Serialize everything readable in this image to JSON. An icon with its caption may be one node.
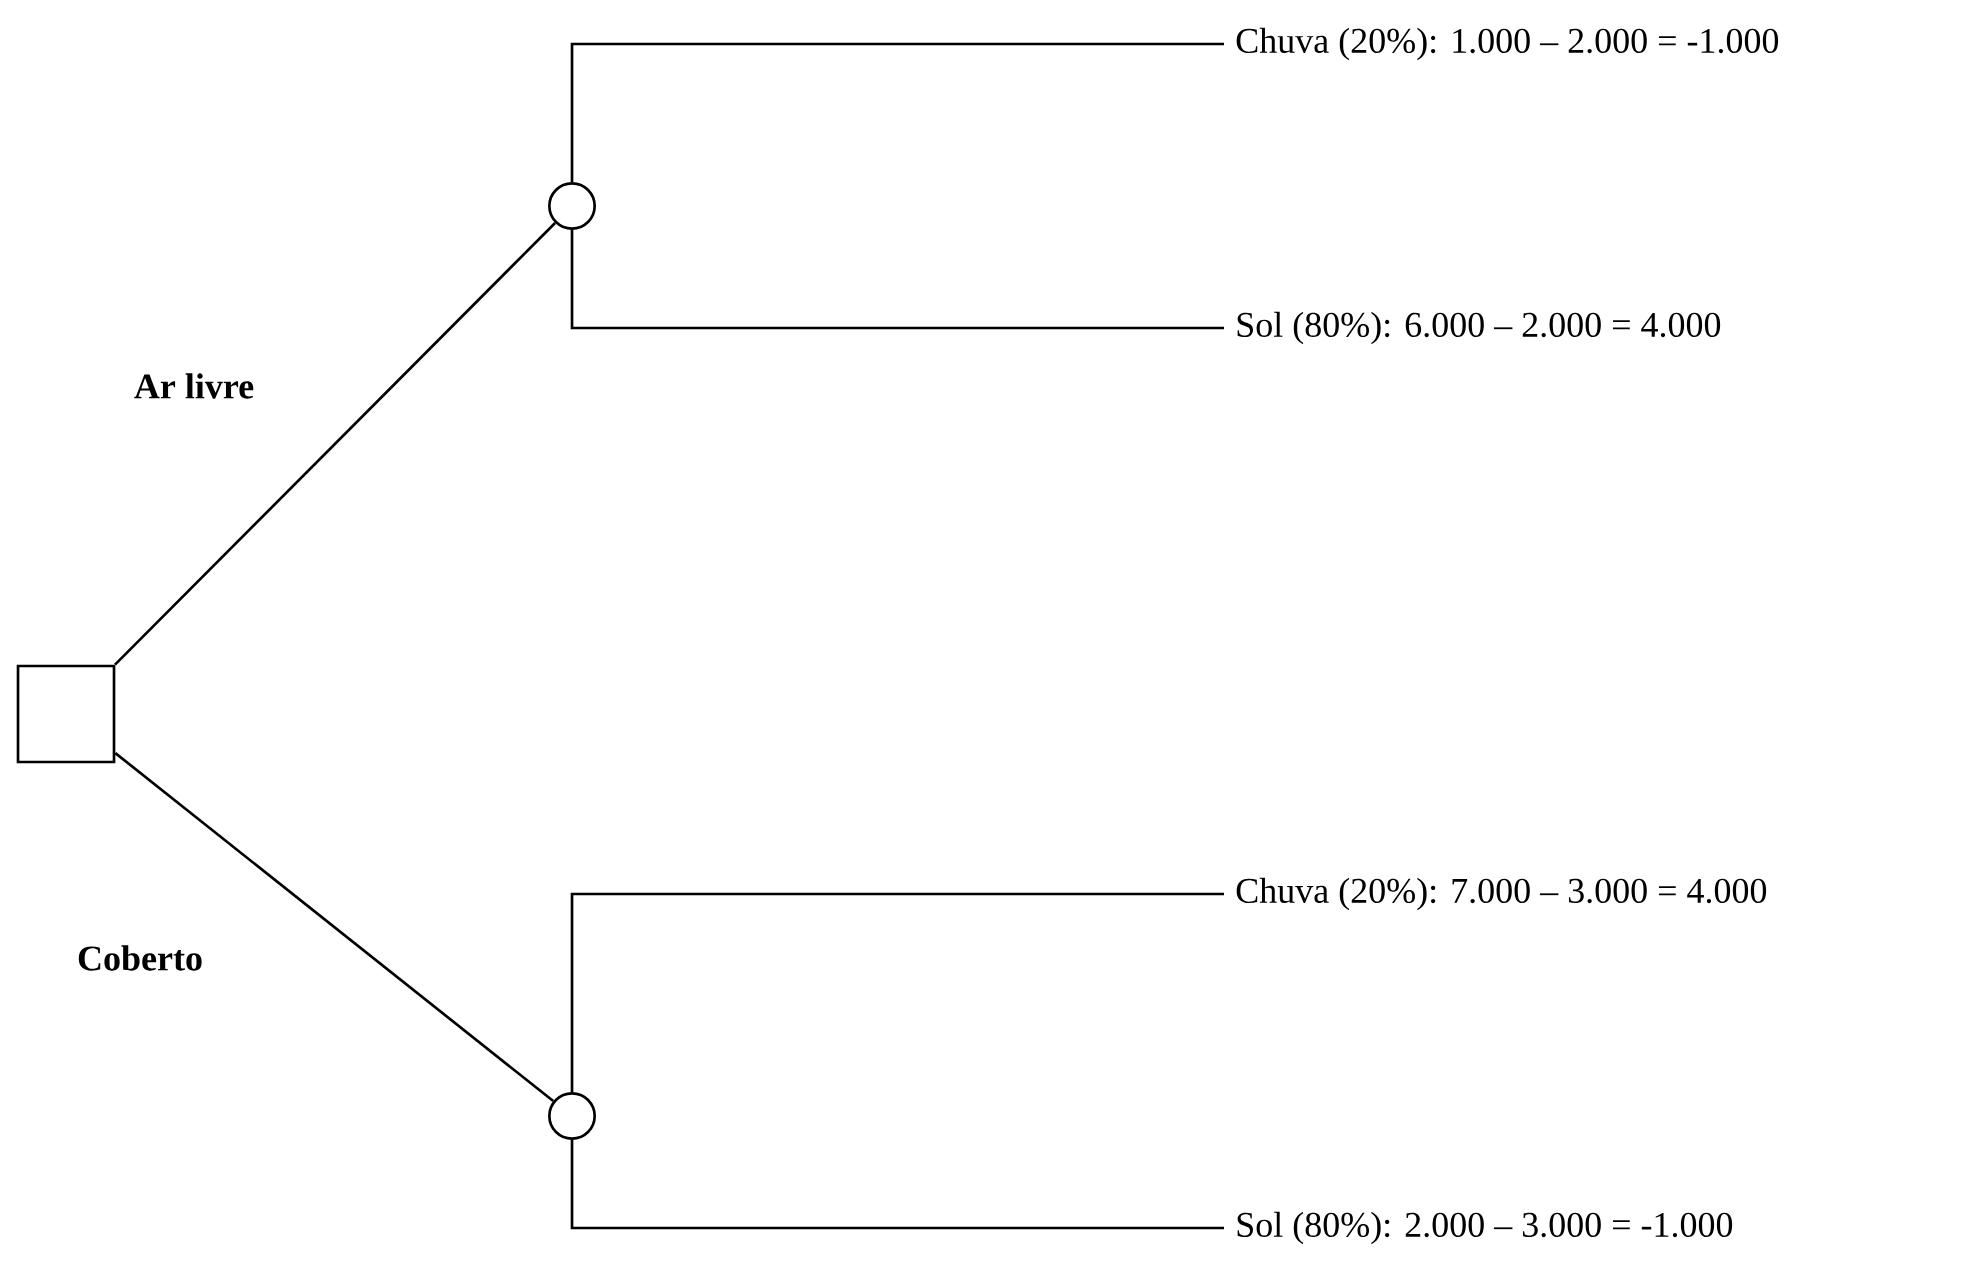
{
  "diagram": {
    "nodes": [
      {
        "text": [],
        "shape": "box"
      },
      {
        "text": [],
        "shape": "circle"
      },
      {
        "text": [],
        "shape": "circle"
      },
      {
        "text": [
          "Chuva (20%): 1.000 – 2.000 = -1.000"
        ]
      },
      {
        "text": [
          "Sol (80%): 6.000 – 2.000 = 4.000"
        ]
      },
      {
        "text": [
          "Chuva (20%): 7.000 – 3.000 = 4.000"
        ]
      },
      {
        "text": [
          "Sol (80%): 2.000 – 3.000 = -1.000"
        ]
      }
    ],
    "edges": [
      {
        "from": 0,
        "to": 1,
        "arrow": "none",
        "label": "Ar livre"
      },
      {
        "from": 0,
        "to": 2,
        "arrow": "none",
        "label": "Coberto"
      },
      {
        "from": 1,
        "to": 3,
        "arrow": "none"
      },
      {
        "from": 1,
        "to": 4,
        "arrow": "none"
      },
      {
        "from": 2,
        "to": 5,
        "arrow": "none"
      },
      {
        "from": 2,
        "to": 6,
        "arrow": "none"
      }
    ]
  }
}
